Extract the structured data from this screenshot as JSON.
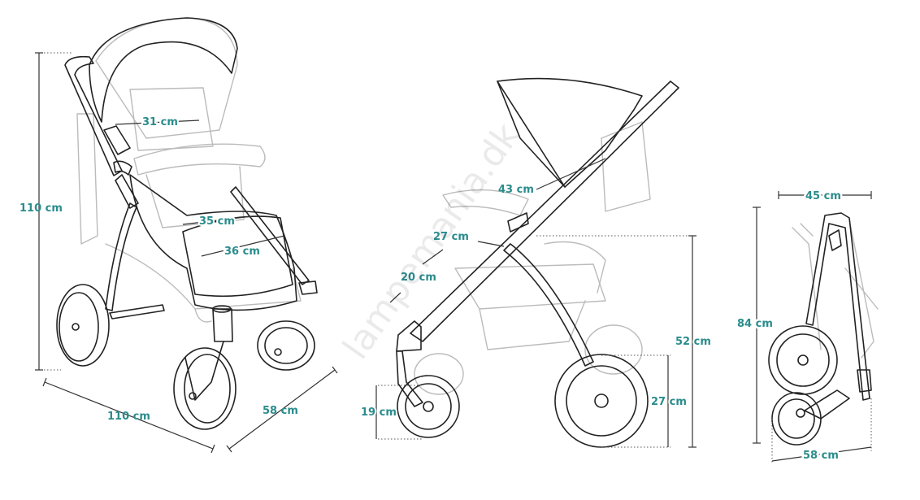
{
  "watermark": "lampemania.dk",
  "colors": {
    "label": "#2b8c8c",
    "line": "#222222",
    "light_line": "#bbbbbb"
  },
  "front_view": {
    "height": "110 cm",
    "backrest_width": "31 cm",
    "seat_width": "35 cm",
    "footrest_width": "36 cm",
    "length": "110 cm",
    "width": "58 cm"
  },
  "side_view": {
    "backrest_height": "43 cm",
    "seat_depth": "27 cm",
    "footrest_length": "20 cm",
    "front_wheel": "19 cm",
    "seat_height": "52 cm",
    "rear_wheel": "27 cm"
  },
  "folded_view": {
    "depth": "45 cm",
    "height": "84 cm",
    "width": "58 cm"
  }
}
